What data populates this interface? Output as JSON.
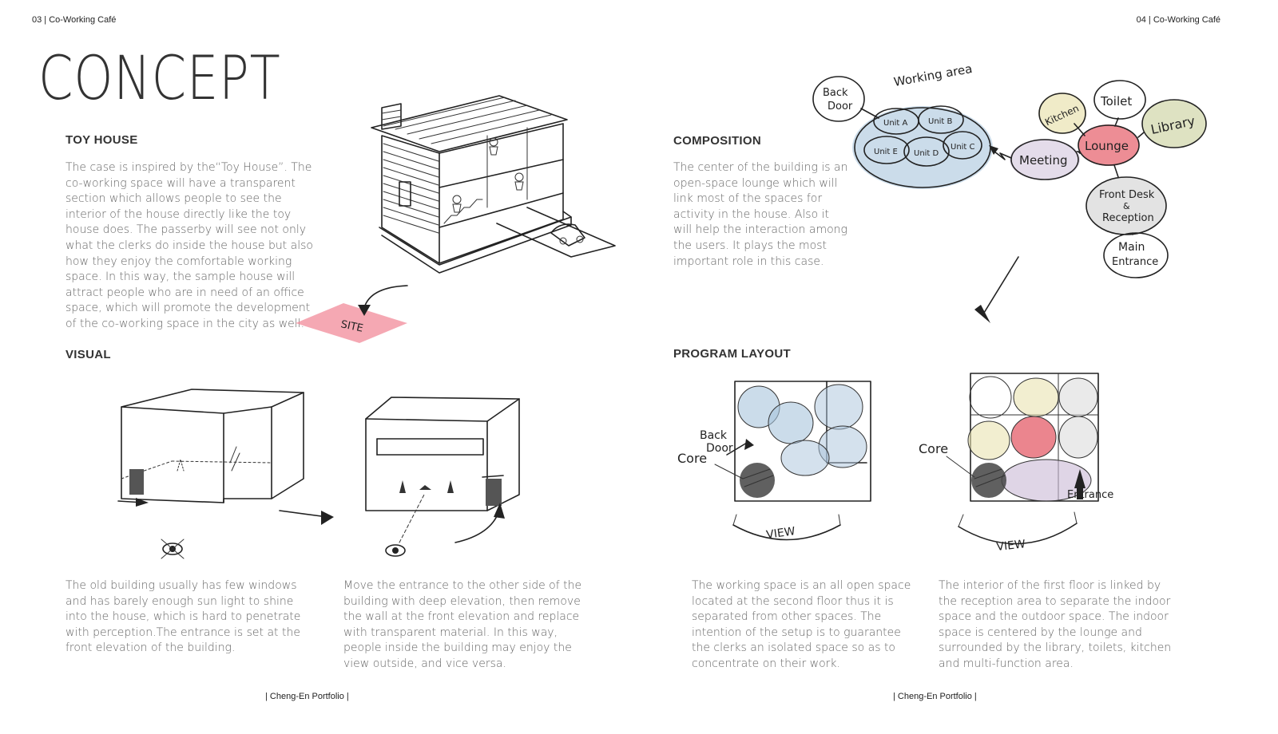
{
  "header": {
    "left": "03 | Co-Working Café",
    "right": "04 | Co-Working Café"
  },
  "page_title": "CONCEPT",
  "sections": {
    "toy_house": {
      "heading": "TOY HOUSE",
      "text": "The case is inspired by the“Toy House”. The co-working space will have a transparent section which allows people to see the interior of the house directly like the toy house does. The passerby will see not only what the clerks do inside the house but also how they enjoy the comfortable working space. In this way, the sample house will attract people who are in need of an office space, which will promote the development of the co-working space in the city as well."
    },
    "visual": {
      "heading": "VISUAL",
      "text_left": "The old building usually has few windows and has barely enough sun light to shine into the house, which is hard to penetrate with perception.The entrance is set at the front elevation of the building.",
      "text_right": "Move the entrance to the other side of the building with deep elevation, then remove the wall at the front elevation and replace with transparent material.  In this way, people inside the building may enjoy the view outside, and vice versa."
    },
    "composition": {
      "heading": "COMPOSITION",
      "text": "The center of the building is an open-space lounge which will link most of the spaces for activity in the house.  Also it will help the interaction among the users.  It plays the most important role in this case."
    },
    "program_layout": {
      "heading": "PROGRAM LAYOUT",
      "text_left": "The working space is an all open space located at the second floor thus it is separated from other spaces. The intention of the setup is to guarantee the clerks an isolated space so as to concentrate on their work.",
      "text_right": "The interior of the first floor is linked by the reception area to separate the indoor space and the outdoor space. The indoor space is centered by the lounge and surrounded by the library, toilets, kitchen and multi-function area."
    }
  },
  "sketch_labels": {
    "site": "SITE",
    "working_area": "Working area",
    "back_door": [
      "Back",
      "Door"
    ],
    "units": [
      "Unit A",
      "Unit B",
      "Unit E",
      "Unit D",
      "Unit C"
    ],
    "meeting": "Meeting",
    "lounge": "Lounge",
    "kitchen": "Kitchen",
    "toilet": "Toilet",
    "library": "Library",
    "front_desk": [
      "Front Desk",
      "&",
      "Reception"
    ],
    "main_entrance": [
      "Main",
      "Entrance"
    ],
    "core": "Core",
    "view": "VIEW",
    "entrance": "Entrance"
  },
  "colors": {
    "lounge": "#e8707a",
    "working_blue": "#a9c4dc",
    "site_pink": "#f28b9a",
    "library_green": "#c8cf9a",
    "meeting_purple": "#c9b9d6",
    "front_desk_gray": "#c8c8c8"
  },
  "footer": {
    "left": "| Cheng-En Portfolio |",
    "right": "| Cheng-En Portfolio |"
  }
}
